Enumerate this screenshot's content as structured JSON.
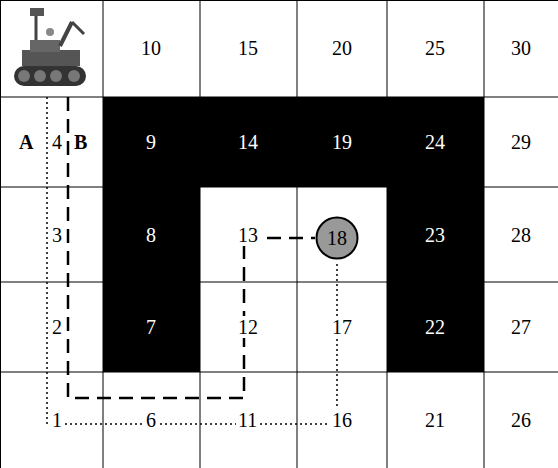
{
  "diagram": {
    "nodes": [
      {
        "text": [
          "18"
        ]
      }
    ],
    "labels": [
      "10",
      "15",
      "20",
      "25",
      "30",
      "A",
      "4",
      "B",
      "9",
      "14",
      "19",
      "24",
      "29",
      "3",
      "8",
      "13",
      "23",
      "28",
      "2",
      "7",
      "12",
      "17",
      "22",
      "27",
      "1",
      "6",
      "11",
      "16",
      "21",
      "26"
    ]
  }
}
